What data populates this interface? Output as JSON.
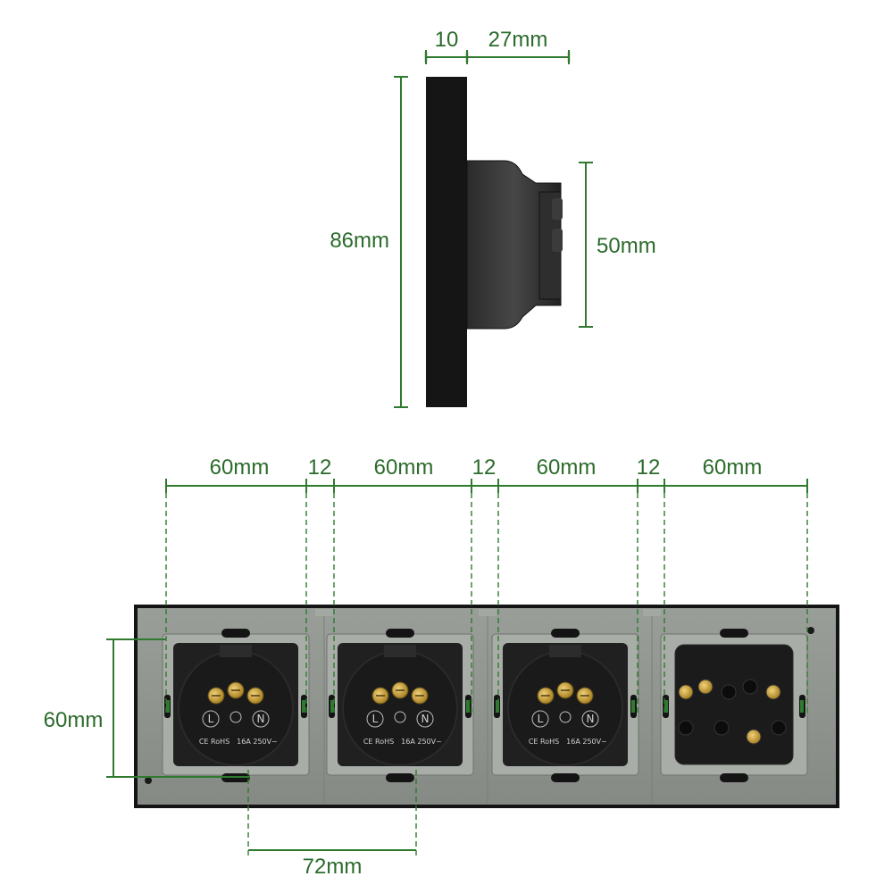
{
  "side_view": {
    "depth_front": "10",
    "depth_back": "27mm",
    "plate_height": "86mm",
    "body_height": "50mm"
  },
  "front_view": {
    "module_widths": [
      "60mm",
      "12",
      "60mm",
      "12",
      "60mm",
      "12",
      "60mm"
    ],
    "module_height": "60mm",
    "hole_spacing": "72mm",
    "socket_label_l": "L",
    "socket_label_n": "N",
    "socket_cert": "CE RoHS",
    "socket_rating": "16A 250V~",
    "colors": {
      "plate": "#8e928d",
      "frame": "#141414",
      "module": "#1c1c1c",
      "dimension": "#2f7a2f",
      "terminal": "#c9a13a"
    }
  }
}
